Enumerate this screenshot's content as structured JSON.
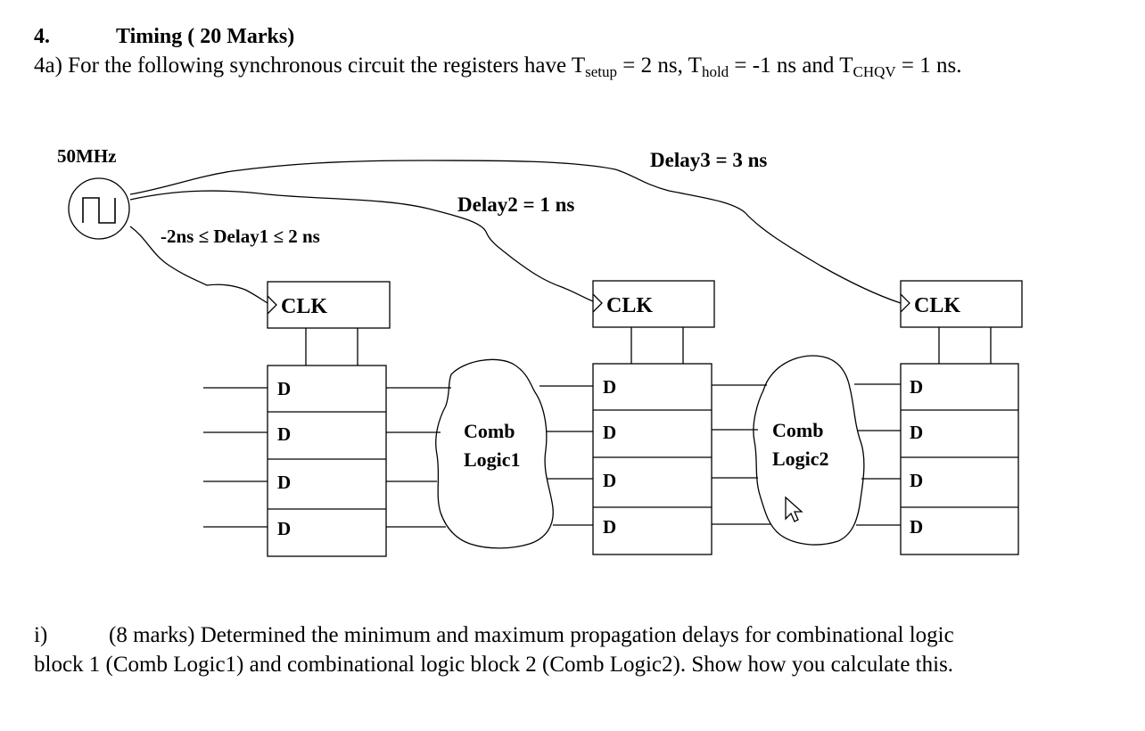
{
  "question": {
    "number": "4.",
    "title": "Timing ( 20 Marks)",
    "intro": {
      "prefix": "4a) For the following synchronous circuit the registers have T",
      "setup_sub": "setup",
      "setup_val": " = 2 ns, T",
      "hold_sub": "hold",
      "hold_val": " = -1 ns and T",
      "chqv_sub": "CHQV",
      "chqv_val": " = 1 ns."
    },
    "part_i": {
      "label": "i)",
      "line1": "(8 marks) Determined the minimum and maximum propagation delays for combinational logic",
      "line2": "block 1 (Comb Logic1) and combinational logic block 2 (Comb Logic2).  Show how you calculate this."
    }
  },
  "diagram": {
    "clock_label": "50MHz",
    "delay1_label": "-2ns ≤ Delay1 ≤ 2 ns",
    "delay2_label": "Delay2 = 1 ns",
    "delay3_label": "Delay3 = 3 ns",
    "clk_label": "CLK",
    "d_label": "D",
    "comb1": {
      "line1": "Comb",
      "line2": "Logic1"
    },
    "comb2": {
      "line1": "Comb",
      "line2": "Logic2"
    }
  }
}
